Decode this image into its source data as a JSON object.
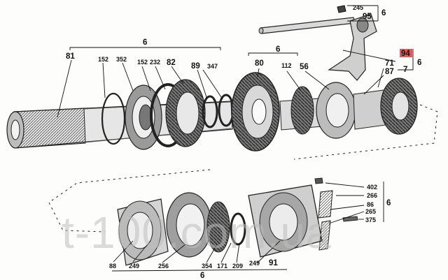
{
  "callouts": {
    "c245": "245",
    "c95": "95",
    "c6_top": "6",
    "c6_shaft": "6",
    "c81": "81",
    "c152a": "152",
    "c352": "352",
    "c152b": "152",
    "c232": "232",
    "c82": "82",
    "c89": "89",
    "c347": "347",
    "c6_mid": "6",
    "c80": "80",
    "c112": "112",
    "c56": "56",
    "c94": "94",
    "c71": "71",
    "c87": "87",
    "c7": "7",
    "c6_right": "6",
    "c402": "402",
    "c266": "266",
    "c86": "86",
    "c265": "265",
    "c375": "375",
    "c6_low": "6",
    "c88": "88",
    "c249a": "249",
    "c256": "256",
    "c354": "354",
    "c171": "171",
    "c209": "209",
    "c249b": "249",
    "c91": "91",
    "c6_bottom": "6"
  },
  "highlight_color": "#e25a5a",
  "watermark": "t-100.com.ua"
}
